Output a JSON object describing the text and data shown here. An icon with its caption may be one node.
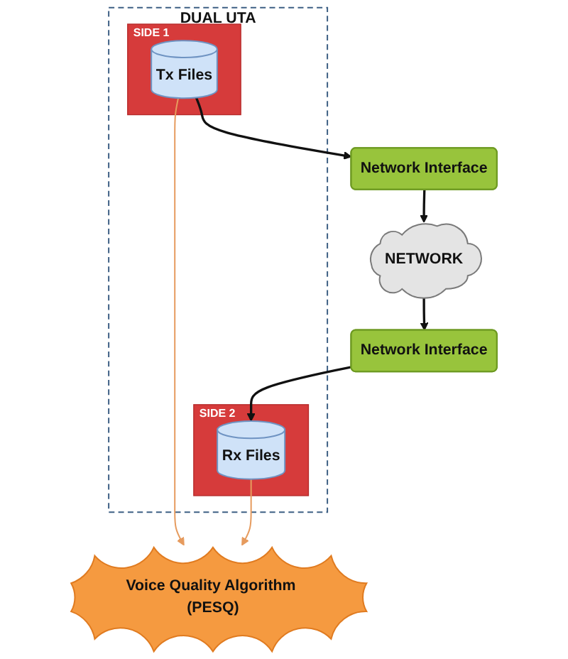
{
  "diagram": {
    "nodes": [
      {
        "text": [
          "NETWORK"
        ]
      },
      {
        "text": [
          "Network Interface"
        ]
      },
      {
        "text": [
          "Network Interface"
        ]
      },
      {
        "text": [
          "DUAL UTA"
        ]
      },
      {
        "text": [
          "SIDE 1"
        ],
        "in": 3
      },
      {
        "text": [
          "Tx Files"
        ],
        "in": 4
      },
      {
        "text": [
          "SIDE 2"
        ],
        "in": 3
      },
      {
        "text": [
          "Rx Files"
        ],
        "in": 6
      },
      {
        "text": [
          "Voice Quality Algorithm (PESQ)"
        ]
      }
    ],
    "edges": [
      {
        "from": 1,
        "to": 0,
        "arrow": "to"
      },
      {
        "from": 0,
        "to": 2,
        "arrow": "to"
      },
      {
        "from": 5,
        "to": 1,
        "arrow": "to"
      },
      {
        "from": 2,
        "to": 7,
        "arrow": "to"
      },
      {
        "from": 5,
        "to": 8,
        "arrow": "to",
        "color": "#e69b5e"
      },
      {
        "from": 7,
        "to": 8,
        "arrow": "to",
        "color": "#e69b5e"
      }
    ]
  }
}
